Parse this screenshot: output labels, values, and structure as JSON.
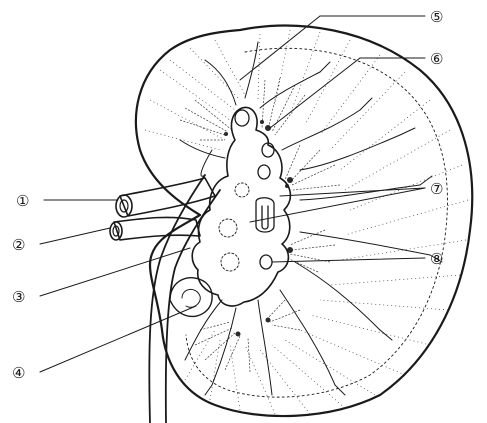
{
  "diagram": {
    "callouts": [
      {
        "id": "c1",
        "label": "①"
      },
      {
        "id": "c2",
        "label": "②"
      },
      {
        "id": "c3",
        "label": "③"
      },
      {
        "id": "c4",
        "label": "④"
      },
      {
        "id": "c5",
        "label": "⑤"
      },
      {
        "id": "c6",
        "label": "⑥"
      },
      {
        "id": "c7",
        "label": "⑦"
      },
      {
        "id": "c8",
        "label": "⑧"
      }
    ],
    "colors": {
      "ink": "#1a1a1a",
      "background": "#ffffff"
    }
  }
}
